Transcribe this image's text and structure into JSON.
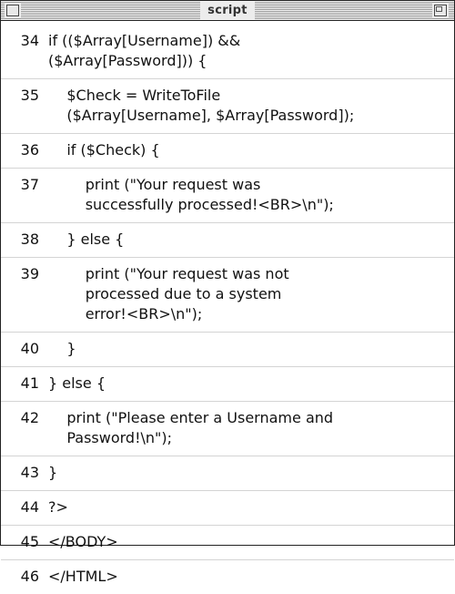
{
  "window": {
    "title": "script"
  },
  "lines": [
    {
      "num": "34",
      "text": "if (($Array[Username]) &&\n($Array[Password])) {"
    },
    {
      "num": "35",
      "text": "    $Check = WriteToFile\n    ($Array[Username], $Array[Password]);"
    },
    {
      "num": "36",
      "text": "    if ($Check) {"
    },
    {
      "num": "37",
      "text": "        print (\"Your request was\n        successfully processed!<BR>\\n\");"
    },
    {
      "num": "38",
      "text": "    } else {"
    },
    {
      "num": "39",
      "text": "        print (\"Your request was not\n        processed due to a system\n        error!<BR>\\n\");"
    },
    {
      "num": "40",
      "text": "    }"
    },
    {
      "num": "41",
      "text": "} else {"
    },
    {
      "num": "42",
      "text": "    print (\"Please enter a Username and\n    Password!\\n\");"
    },
    {
      "num": "43",
      "text": "}"
    },
    {
      "num": "44",
      "text": "?>"
    },
    {
      "num": "45",
      "text": "</BODY>"
    },
    {
      "num": "46",
      "text": "</HTML>"
    }
  ]
}
